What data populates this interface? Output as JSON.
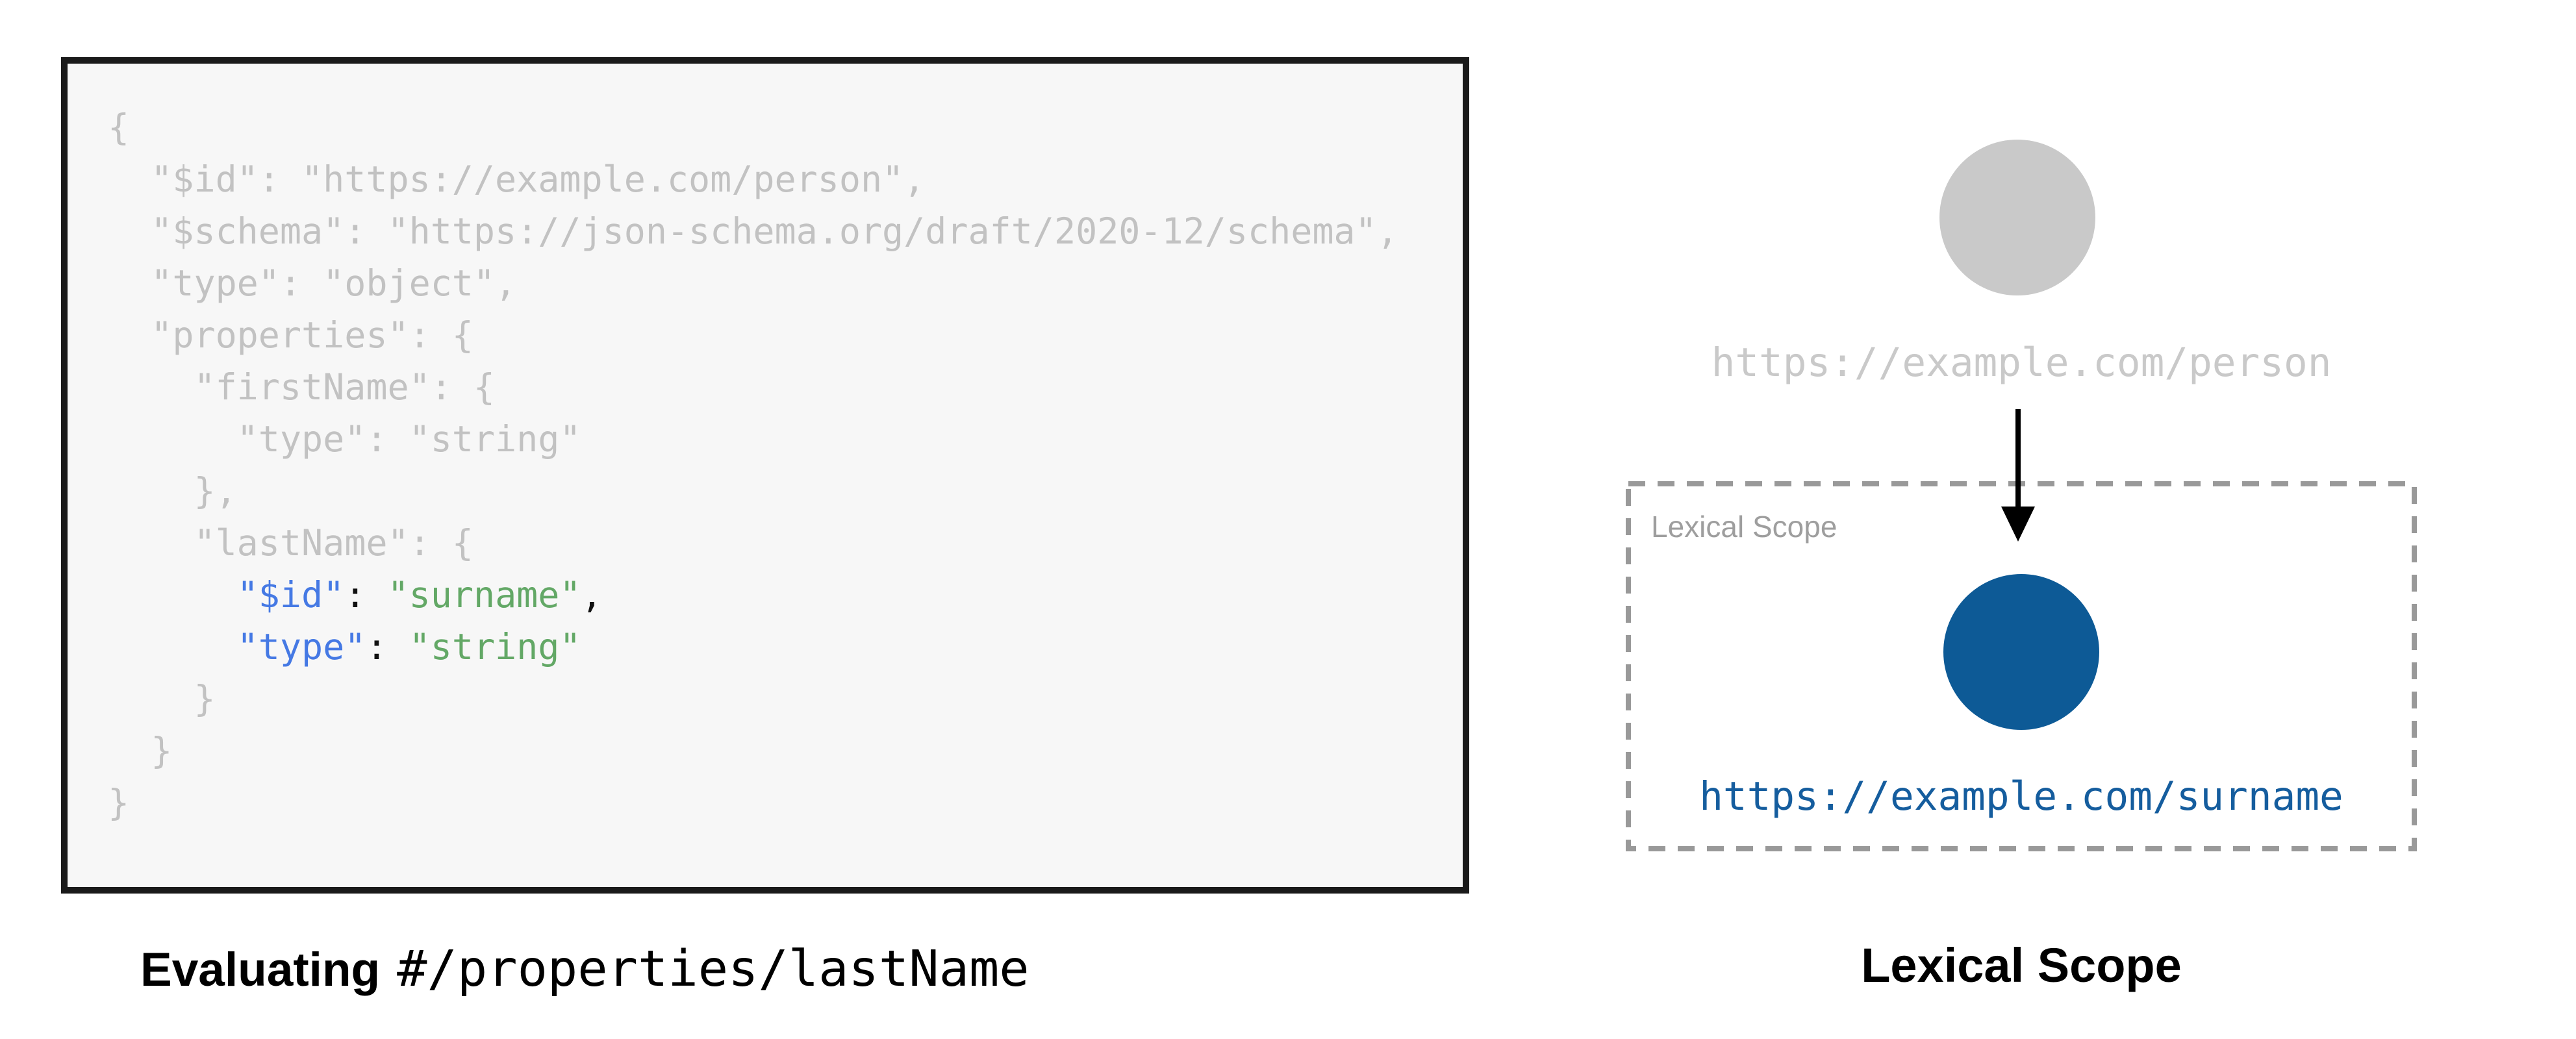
{
  "left_panel": {
    "caption": {
      "bold": "Evaluating",
      "mono": "#/properties/lastName"
    },
    "code": {
      "lines": [
        [
          {
            "t": "{",
            "c": "muted"
          }
        ],
        [
          {
            "t": "  \"$id\": \"https://example.com/person\",",
            "c": "muted"
          }
        ],
        [
          {
            "t": "  \"$schema\": \"https://json-schema.org/draft/2020-12/schema\",",
            "c": "muted"
          }
        ],
        [
          {
            "t": "  \"type\": \"object\",",
            "c": "muted"
          }
        ],
        [
          {
            "t": "  \"properties\": {",
            "c": "muted"
          }
        ],
        [
          {
            "t": "    \"firstName\": {",
            "c": "muted"
          }
        ],
        [
          {
            "t": "      \"type\": \"string\"",
            "c": "muted"
          }
        ],
        [
          {
            "t": "    },",
            "c": "muted"
          }
        ],
        [
          {
            "t": "    \"lastName\": {",
            "c": "muted"
          }
        ],
        [
          {
            "t": "      ",
            "c": "muted"
          },
          {
            "t": "\"$id\"",
            "c": "key"
          },
          {
            "t": ": ",
            "c": "punct"
          },
          {
            "t": "\"surname\"",
            "c": "string"
          },
          {
            "t": ",",
            "c": "punct"
          }
        ],
        [
          {
            "t": "      ",
            "c": "muted"
          },
          {
            "t": "\"type\"",
            "c": "key"
          },
          {
            "t": ": ",
            "c": "punct"
          },
          {
            "t": "\"string\"",
            "c": "string"
          }
        ],
        [
          {
            "t": "    }",
            "c": "muted"
          }
        ],
        [
          {
            "t": "  }",
            "c": "muted"
          }
        ],
        [
          {
            "t": "}",
            "c": "muted"
          }
        ]
      ]
    }
  },
  "right_panel": {
    "parent_node_label": "https://example.com/person",
    "scope_box_label": "Lexical Scope",
    "child_node_label": "https://example.com/surname",
    "caption": "Lexical Scope"
  },
  "colors": {
    "code_muted": "#c2c2c2",
    "code_key": "#4579e4",
    "code_string": "#63a866",
    "code_punct": "#111111",
    "node_gray": "#c9c9c9",
    "node_blue": "#0d5a96",
    "url_blue": "#155d9e",
    "dashed_border": "#999999"
  }
}
